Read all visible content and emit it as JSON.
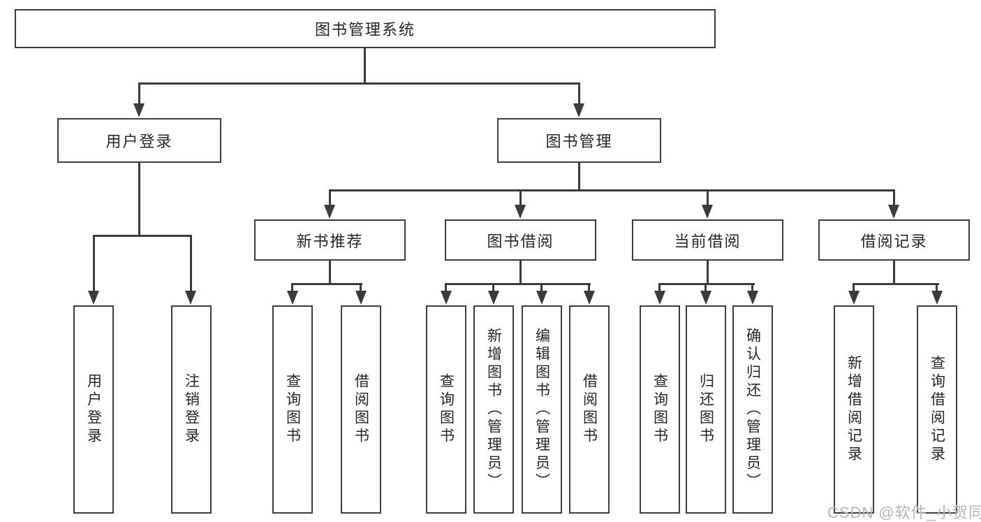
{
  "tree": {
    "root": {
      "label": "图书管理系统"
    },
    "user_login": {
      "label": "用户登录",
      "children": [
        {
          "label": "用户登录"
        },
        {
          "label": "注销登录"
        }
      ]
    },
    "book_mgmt": {
      "label": "图书管理",
      "children": [
        {
          "label": "新书推荐",
          "children": [
            {
              "label": "查询图书"
            },
            {
              "label": "借阅图书"
            }
          ]
        },
        {
          "label": "图书借阅",
          "children": [
            {
              "label": "查询图书"
            },
            {
              "label": "新增图书（管理员）"
            },
            {
              "label": "编辑图书（管理员）"
            },
            {
              "label": "借阅图书"
            }
          ]
        },
        {
          "label": "当前借阅",
          "children": [
            {
              "label": "查询图书"
            },
            {
              "label": "归还图书"
            },
            {
              "label": "确认归还（管理员）"
            }
          ]
        },
        {
          "label": "借阅记录",
          "children": [
            {
              "label": "新增借阅记录"
            },
            {
              "label": "查询借阅记录"
            }
          ]
        }
      ]
    }
  },
  "watermark": {
    "text": "CSDN @软件_小贺同学"
  },
  "colors": {
    "line": "#3b3b3b",
    "box_border": "#3d3d3d",
    "box_fill": "#ffffff",
    "text": "#262626",
    "watermark": "#b5b5b5",
    "background": "#ffffff"
  }
}
